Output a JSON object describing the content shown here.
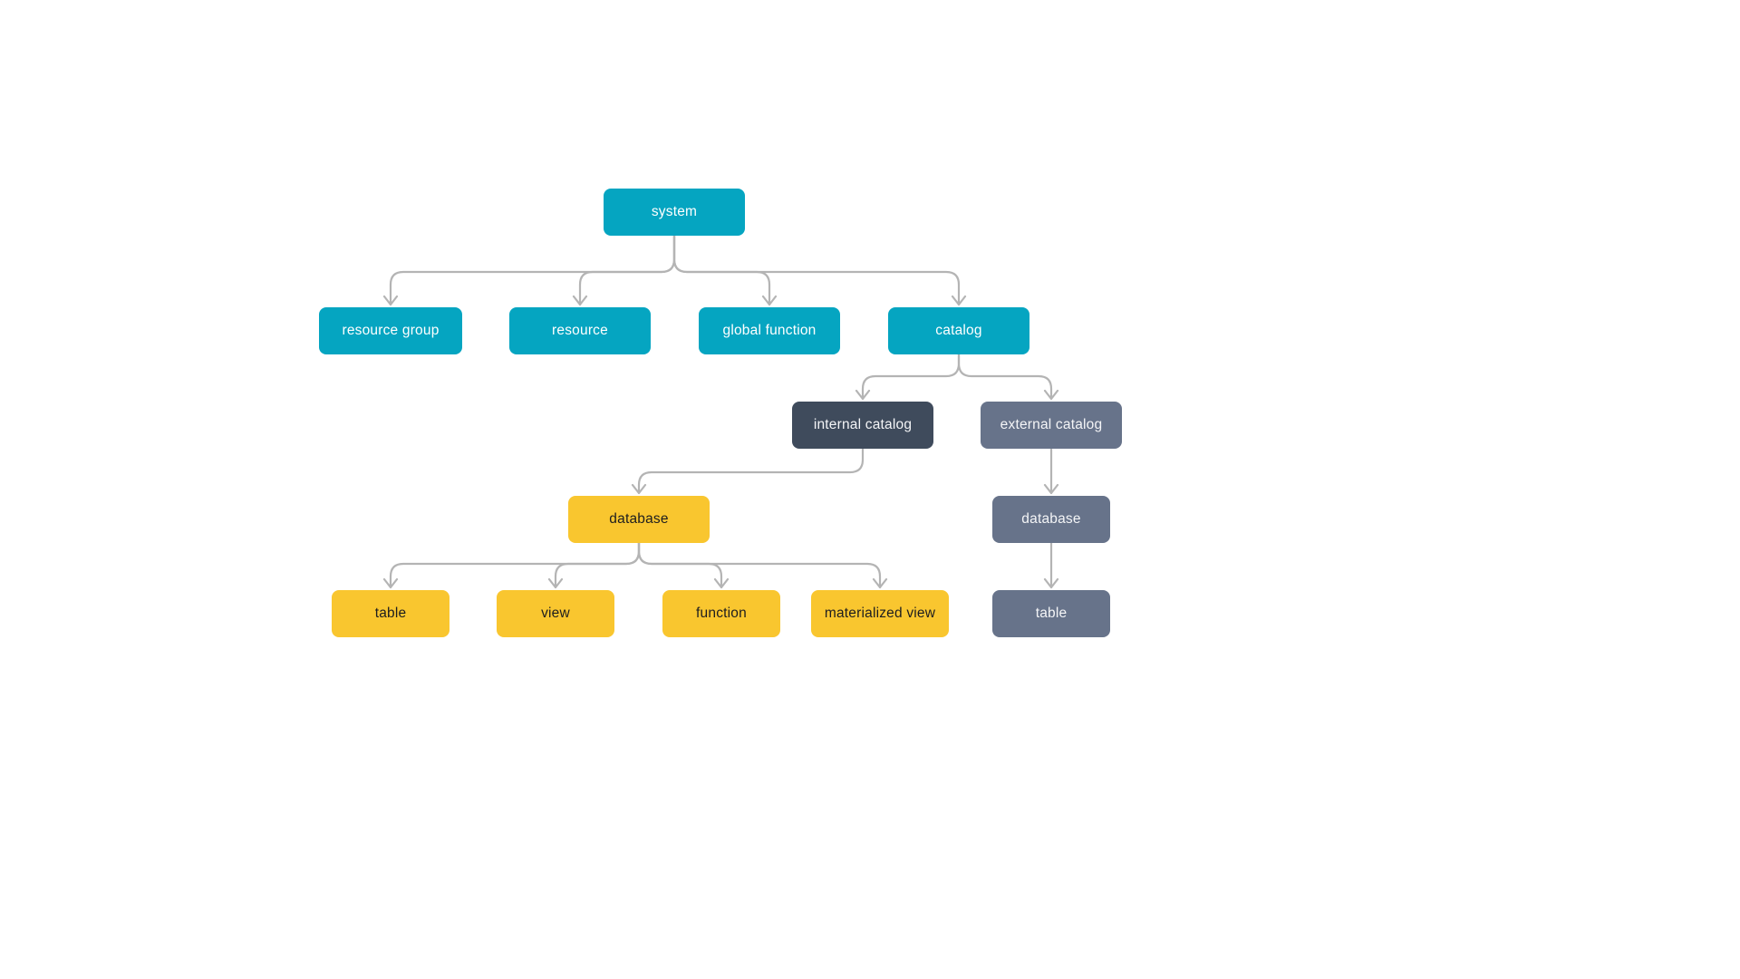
{
  "diagram": {
    "type": "hierarchy-tree",
    "background": "#ffffff",
    "palette": {
      "teal": "#05a5c1",
      "dark_slate": "#3f4b5c",
      "slate": "#67738a",
      "yellow": "#f9c62f",
      "connector": "#b4b4b4",
      "text_on_color": "#ffffff",
      "text_on_yellow": "#1d1d1f"
    },
    "nodes": [
      {
        "id": "system",
        "label": "system",
        "color": "teal"
      },
      {
        "id": "resource-group",
        "label": "resource group",
        "color": "teal"
      },
      {
        "id": "resource",
        "label": "resource",
        "color": "teal"
      },
      {
        "id": "global-function",
        "label": "global function",
        "color": "teal"
      },
      {
        "id": "catalog",
        "label": "catalog",
        "color": "teal"
      },
      {
        "id": "internal-catalog",
        "label": "internal catalog",
        "color": "dark_slate"
      },
      {
        "id": "external-catalog",
        "label": "external catalog",
        "color": "slate"
      },
      {
        "id": "database-internal",
        "label": "database",
        "color": "yellow"
      },
      {
        "id": "database-external",
        "label": "database",
        "color": "slate"
      },
      {
        "id": "table-internal",
        "label": "table",
        "color": "yellow"
      },
      {
        "id": "view",
        "label": "view",
        "color": "yellow"
      },
      {
        "id": "function",
        "label": "function",
        "color": "yellow"
      },
      {
        "id": "materialized-view",
        "label": "materialized view",
        "color": "yellow"
      },
      {
        "id": "table-external",
        "label": "table",
        "color": "slate"
      }
    ],
    "edges": [
      {
        "from": "system",
        "to": "resource-group"
      },
      {
        "from": "system",
        "to": "resource"
      },
      {
        "from": "system",
        "to": "global-function"
      },
      {
        "from": "system",
        "to": "catalog"
      },
      {
        "from": "catalog",
        "to": "internal-catalog"
      },
      {
        "from": "catalog",
        "to": "external-catalog"
      },
      {
        "from": "internal-catalog",
        "to": "database-internal"
      },
      {
        "from": "external-catalog",
        "to": "database-external"
      },
      {
        "from": "database-internal",
        "to": "table-internal"
      },
      {
        "from": "database-internal",
        "to": "view"
      },
      {
        "from": "database-internal",
        "to": "function"
      },
      {
        "from": "database-internal",
        "to": "materialized-view"
      },
      {
        "from": "database-external",
        "to": "table-external"
      }
    ]
  }
}
